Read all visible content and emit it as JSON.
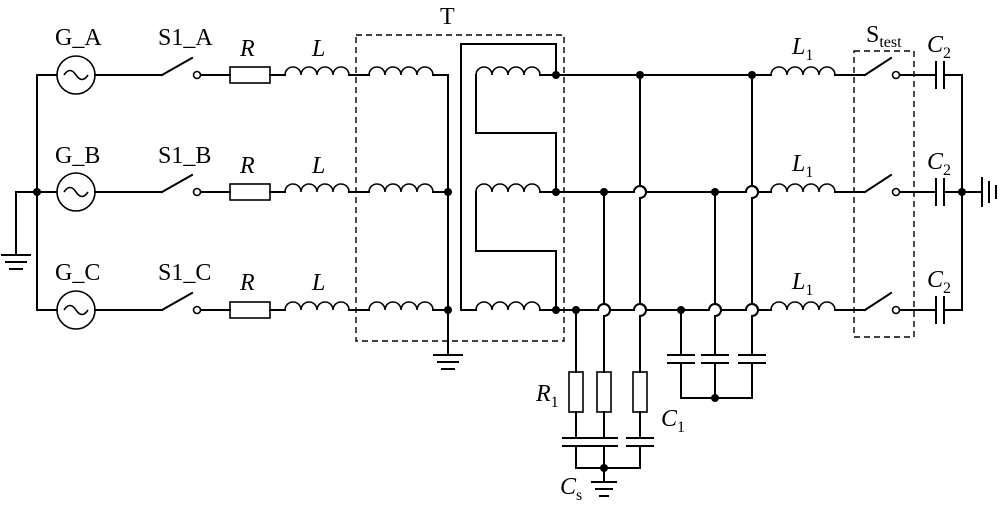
{
  "diagram": {
    "type": "electrical-schematic",
    "sources": [
      {
        "id": "A",
        "label": "G_A",
        "switch": "S1_A"
      },
      {
        "id": "B",
        "label": "G_B",
        "switch": "S1_B"
      },
      {
        "id": "C",
        "label": "G_C",
        "switch": "S1_C"
      }
    ],
    "series_resistor": "R",
    "series_inductor": "L",
    "transformer": "T",
    "line_inductor": {
      "base": "L",
      "sub": "1"
    },
    "test_switch": {
      "base": "S",
      "sub": "test"
    },
    "line_capacitor": {
      "base": "C",
      "sub": "2"
    },
    "filter_resistor": {
      "base": "R",
      "sub": "1"
    },
    "shunt_capacitor": {
      "base": "C",
      "sub": "1"
    },
    "filter_capacitor": {
      "base": "C",
      "sub": "s"
    }
  }
}
